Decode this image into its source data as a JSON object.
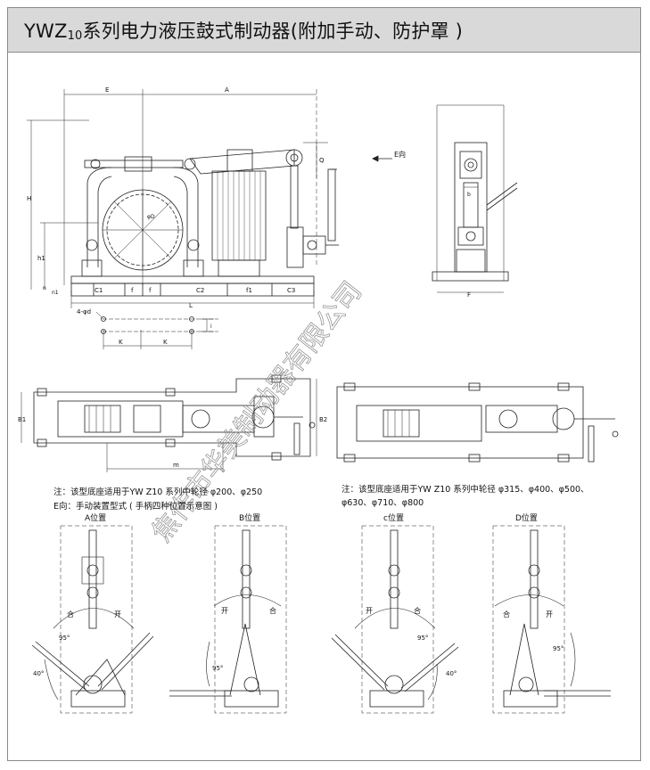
{
  "title": {
    "main": "YWZ",
    "sub": "10",
    "rest": "系列电力液压鼓式制动器(附加手动、防护罩 )"
  },
  "dims": {
    "E": "E",
    "A": "A",
    "H": "H",
    "h1": "h1",
    "n": "n",
    "n1": "n1",
    "C1": "C1",
    "f_left": "f",
    "f_right": "f",
    "C2": "C2",
    "f1": "f1",
    "C3": "C3",
    "L": "L",
    "phiD": "φD",
    "Q": "Q",
    "E_dir": "E向",
    "F": "F",
    "b": "b",
    "four_phi_d": "4-φd",
    "K1": "K",
    "K2": "K",
    "i": "i",
    "B1": "B1",
    "B2": "B2",
    "m": "m"
  },
  "notes": {
    "note_small": "注：该型底座适用于YW Z10 系列中轮径 φ200、φ250",
    "e_direction": "E向：手动装置型式 ( 手柄四种位置示意图 )",
    "note_large_1": "注：该型底座适用于YW Z10 系列中轮径 φ315、φ400、φ500、",
    "note_large_2": "φ630、φ710、φ800"
  },
  "positions": [
    {
      "label": "A位置",
      "close": "合",
      "open": "开",
      "angle": "95°",
      "angle2": "40°"
    },
    {
      "label": "B位置",
      "close": "合",
      "open": "开",
      "angle": "95°",
      "angle2": ""
    },
    {
      "label": "c位置",
      "close": "合",
      "open": "开",
      "angle": "95°",
      "angle2": "40°"
    },
    {
      "label": "D位置",
      "close": "合",
      "open": "开",
      "angle": "95°",
      "angle2": ""
    }
  ],
  "watermark": "焦作市华美制动器有限公司",
  "colors": {
    "line": "#222222",
    "title_bg": "#d9d9d9",
    "watermark": "#8a8a8a"
  }
}
